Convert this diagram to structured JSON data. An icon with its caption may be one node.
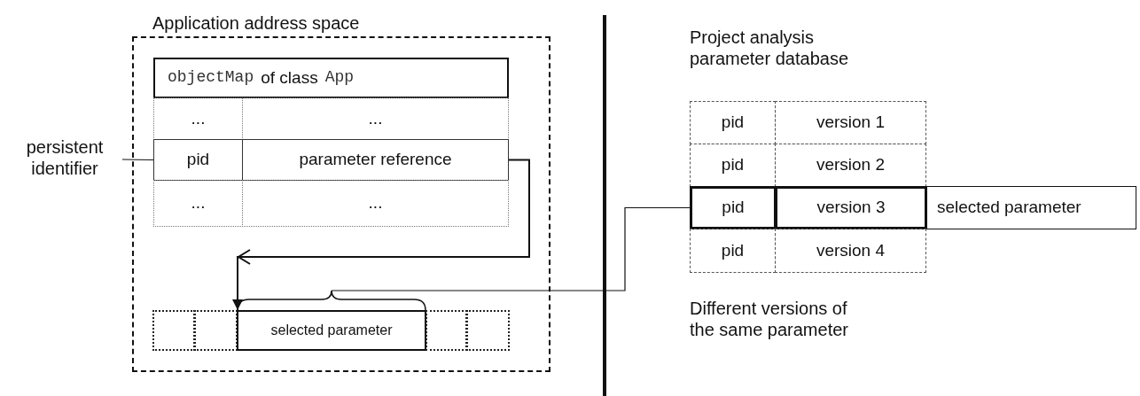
{
  "diagram": {
    "nodes": [
      {
        "text": [
          "Application address space"
        ]
      },
      {
        "text": [
          "objectMap",
          "of class",
          "App"
        ],
        "in": 0
      },
      {
        "text": [
          "..."
        ],
        "in": 0
      },
      {
        "text": [
          "..."
        ],
        "in": 0
      },
      {
        "text": [
          "pid"
        ],
        "in": 0
      },
      {
        "text": [
          "parameter reference"
        ],
        "in": 0
      },
      {
        "text": [
          "..."
        ],
        "in": 0
      },
      {
        "text": [
          "..."
        ],
        "in": 0
      },
      {
        "text": [
          "persistent identifier"
        ]
      },
      {
        "text": [],
        "shape": "box",
        "in": 0
      },
      {
        "text": [],
        "shape": "box",
        "in": 0
      },
      {
        "text": [
          "selected parameter"
        ],
        "in": 0
      },
      {
        "text": [],
        "shape": "box",
        "in": 0
      },
      {
        "text": [],
        "shape": "box",
        "in": 0
      },
      {
        "text": [
          "pid"
        ]
      },
      {
        "text": [
          "version 1"
        ]
      },
      {
        "text": [
          "pid"
        ]
      },
      {
        "text": [
          "version 2"
        ]
      },
      {
        "text": [
          "pid"
        ]
      },
      {
        "text": [
          "version 3"
        ]
      },
      {
        "text": [
          "selected parameter"
        ]
      },
      {
        "text": [
          "pid"
        ]
      },
      {
        "text": [
          "version 4"
        ]
      }
    ],
    "edges": [
      {
        "from": 8,
        "to": 4,
        "arrow": "none"
      },
      {
        "from": 5,
        "to": 11,
        "arrow": "to"
      },
      {
        "from": 11,
        "to": 18,
        "arrow": "none"
      }
    ],
    "labels": [
      "Project analysis parameter database",
      "Different versions of the same parameter"
    ]
  }
}
